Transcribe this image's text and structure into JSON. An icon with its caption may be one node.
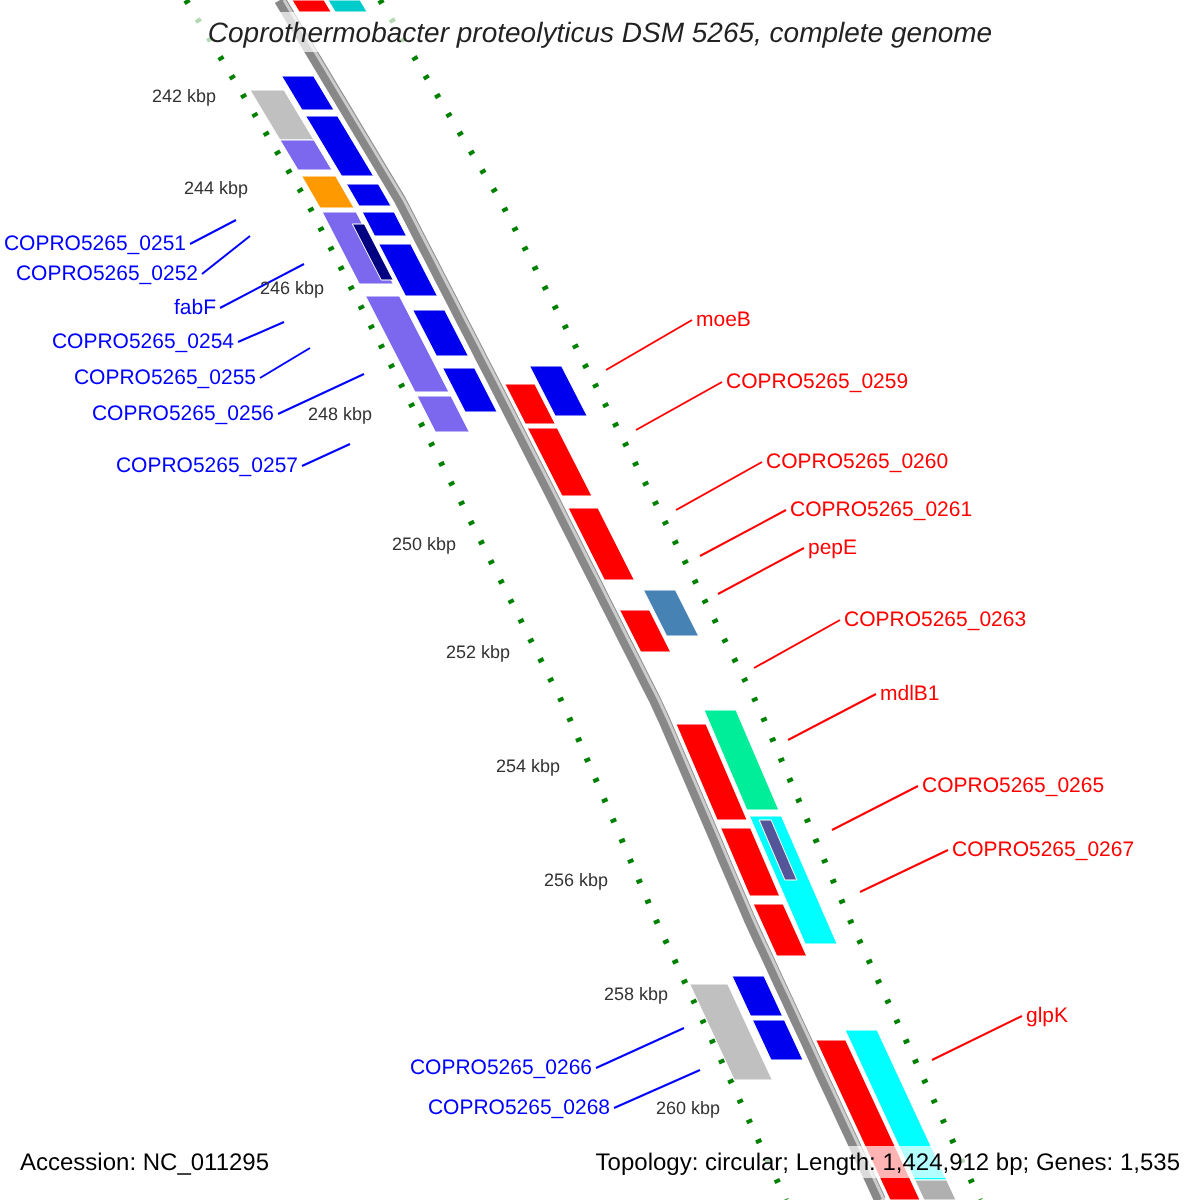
{
  "diagram": {
    "title": "Coprothermobacter proteolyticus DSM 5265, complete genome",
    "nodes": [
      {
        "text": [
          "COPRO5265_0251"
        ]
      },
      {
        "text": [
          "COPRO5265_0252"
        ]
      },
      {
        "text": [
          "fabF"
        ]
      },
      {
        "text": [
          "COPRO5265_0254"
        ]
      },
      {
        "text": [
          "COPRO5265_0255"
        ]
      },
      {
        "text": [
          "COPRO5265_0256"
        ]
      },
      {
        "text": [
          "COPRO5265_0257"
        ]
      },
      {
        "text": [
          "moeB"
        ]
      },
      {
        "text": [
          "COPRO5265_0259"
        ]
      },
      {
        "text": [
          "COPRO5265_0260"
        ]
      },
      {
        "text": [
          "COPRO5265_0261"
        ]
      },
      {
        "text": [
          "pepE"
        ]
      },
      {
        "text": [
          "COPRO5265_0263"
        ]
      },
      {
        "text": [
          "mdlB1"
        ]
      },
      {
        "text": [
          "COPRO5265_0265"
        ]
      },
      {
        "text": [
          "COPRO5265_0267"
        ]
      },
      {
        "text": [
          "glpK"
        ]
      },
      {
        "text": [
          "COPRO5265_0266"
        ]
      },
      {
        "text": [
          "COPRO5265_0268"
        ]
      }
    ],
    "edges": [
      {
        "from": 0,
        "to": null,
        "arrow": "none",
        "color": "#0000ff"
      },
      {
        "from": 1,
        "to": null,
        "arrow": "none",
        "color": "#0000ff"
      },
      {
        "from": 2,
        "to": null,
        "arrow": "none",
        "color": "#0000ff"
      },
      {
        "from": 3,
        "to": null,
        "arrow": "none",
        "color": "#0000ff"
      },
      {
        "from": 4,
        "to": null,
        "arrow": "none",
        "color": "#0000ff"
      },
      {
        "from": 5,
        "to": null,
        "arrow": "none",
        "color": "#0000ff"
      },
      {
        "from": 6,
        "to": null,
        "arrow": "none",
        "color": "#0000ff"
      },
      {
        "from": 7,
        "to": null,
        "arrow": "none"
      },
      {
        "from": 8,
        "to": null,
        "arrow": "none"
      },
      {
        "from": 9,
        "to": null,
        "arrow": "none"
      },
      {
        "from": 10,
        "to": null,
        "arrow": "none"
      },
      {
        "from": 11,
        "to": null,
        "arrow": "none"
      },
      {
        "from": 12,
        "to": null,
        "arrow": "none"
      },
      {
        "from": 13,
        "to": null,
        "arrow": "none"
      },
      {
        "from": 14,
        "to": null,
        "arrow": "none"
      },
      {
        "from": 15,
        "to": null,
        "arrow": "none"
      },
      {
        "from": 16,
        "to": null,
        "arrow": "none"
      },
      {
        "from": 17,
        "to": null,
        "arrow": "none",
        "color": "#0000ff"
      },
      {
        "from": 18,
        "to": null,
        "arrow": "none",
        "color": "#0000ff"
      }
    ],
    "labels": [
      "242 kbp",
      "244 kbp",
      "246 kbp",
      "248 kbp",
      "250 kbp",
      "252 kbp",
      "254 kbp",
      "256 kbp",
      "258 kbp",
      "260 kbp",
      "Accession: NC_011295",
      "Topology: circular; Length: 1,424,912 bp; Genes: 1,535"
    ]
  }
}
